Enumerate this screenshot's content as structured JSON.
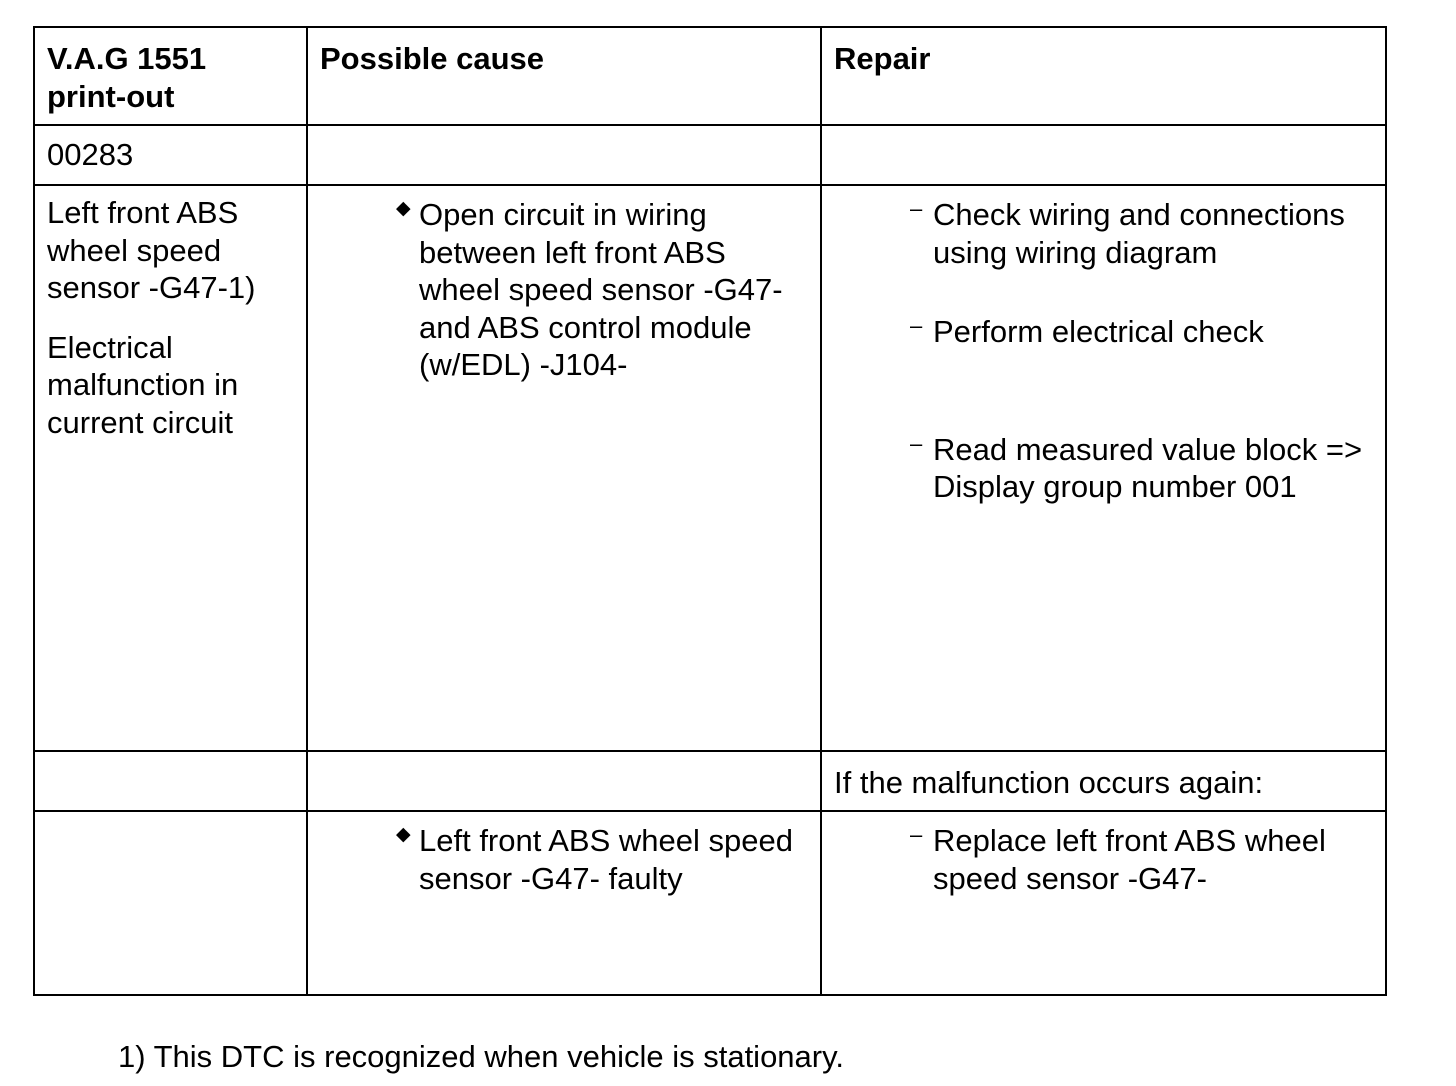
{
  "table": {
    "headers": {
      "col1_line1": "V.A.G 1551",
      "col1_line2": "print-out",
      "col2": "Possible cause",
      "col3": "Repair"
    },
    "fault_code": "00283",
    "fault_description": {
      "component": "Left front ABS wheel speed sensor -G47-1)",
      "symptom": "Electrical malfunction in current circuit"
    },
    "causes": [
      "Open circuit in wiring between left front ABS wheel speed sensor -G47- and ABS control module (w/EDL) -J104-",
      "Left front ABS wheel speed sensor -G47- faulty"
    ],
    "repairs_first": [
      "Check wiring and connections using wiring diagram",
      "Perform electrical check",
      "Read measured value block => Display group number 001"
    ],
    "repeat_note": "If the malfunction occurs again:",
    "repairs_second": [
      "Replace left front ABS wheel speed sensor -G47-"
    ],
    "bullet_symbol": "◆",
    "dash_symbol": "–"
  },
  "footnote": "1) This DTC is recognized when vehicle is stationary."
}
